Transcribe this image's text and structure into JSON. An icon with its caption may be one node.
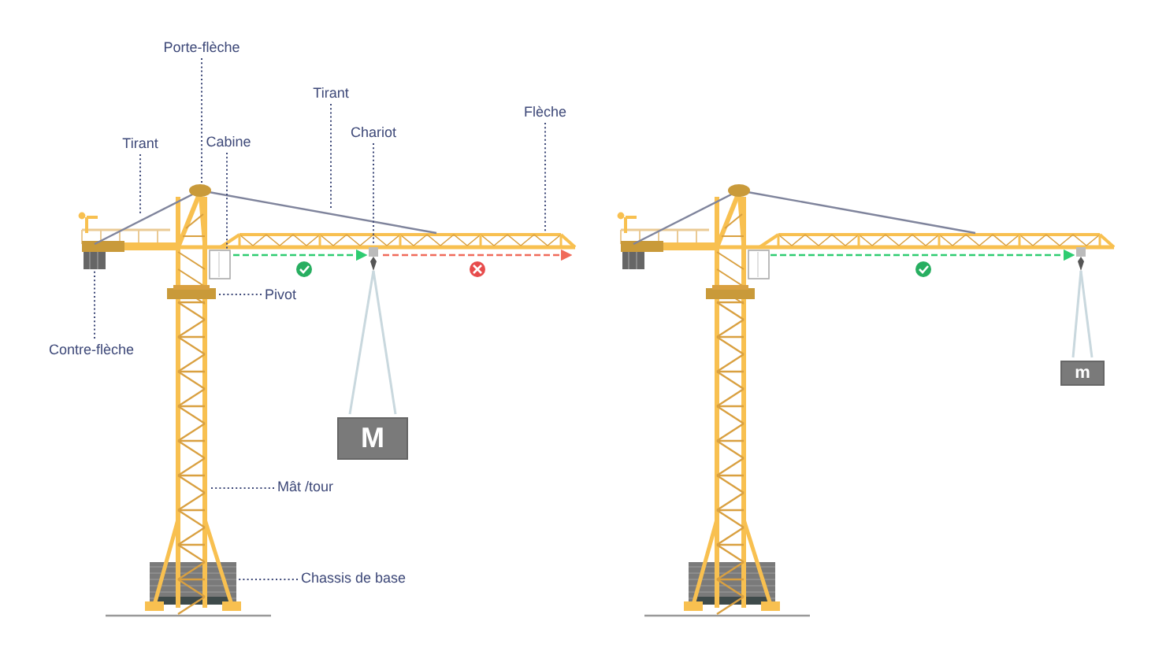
{
  "diagram": {
    "nodes": [
      {
        "text": [
          "Porte-flèche"
        ]
      },
      {
        "text": [
          "Tirant"
        ]
      },
      {
        "text": [
          "Flèche"
        ]
      },
      {
        "text": [
          "Tirant"
        ]
      },
      {
        "text": [
          "Cabine"
        ]
      },
      {
        "text": [
          "Chariot"
        ]
      },
      {
        "text": [
          "Pivot"
        ]
      },
      {
        "text": [
          "Contre-flèche"
        ]
      },
      {
        "text": [
          "M"
        ]
      },
      {
        "text": [
          "Mât /tour"
        ]
      },
      {
        "text": [
          "Chassis de base"
        ]
      },
      {
        "text": [
          "m"
        ]
      }
    ],
    "edges": [
      {
        "from": 0,
        "to": null,
        "arrow": "none"
      },
      {
        "from": 1,
        "to": null,
        "arrow": "none"
      },
      {
        "from": 2,
        "to": null,
        "arrow": "none"
      },
      {
        "from": 3,
        "to": null,
        "arrow": "none"
      },
      {
        "from": 4,
        "to": null,
        "arrow": "none"
      },
      {
        "from": 5,
        "to": null,
        "arrow": "none"
      },
      {
        "from": 6,
        "to": null,
        "arrow": "none"
      },
      {
        "from": 7,
        "to": null,
        "arrow": "none"
      },
      {
        "from": 9,
        "to": null,
        "arrow": "none"
      },
      {
        "from": 10,
        "to": null,
        "arrow": "none"
      }
    ]
  }
}
